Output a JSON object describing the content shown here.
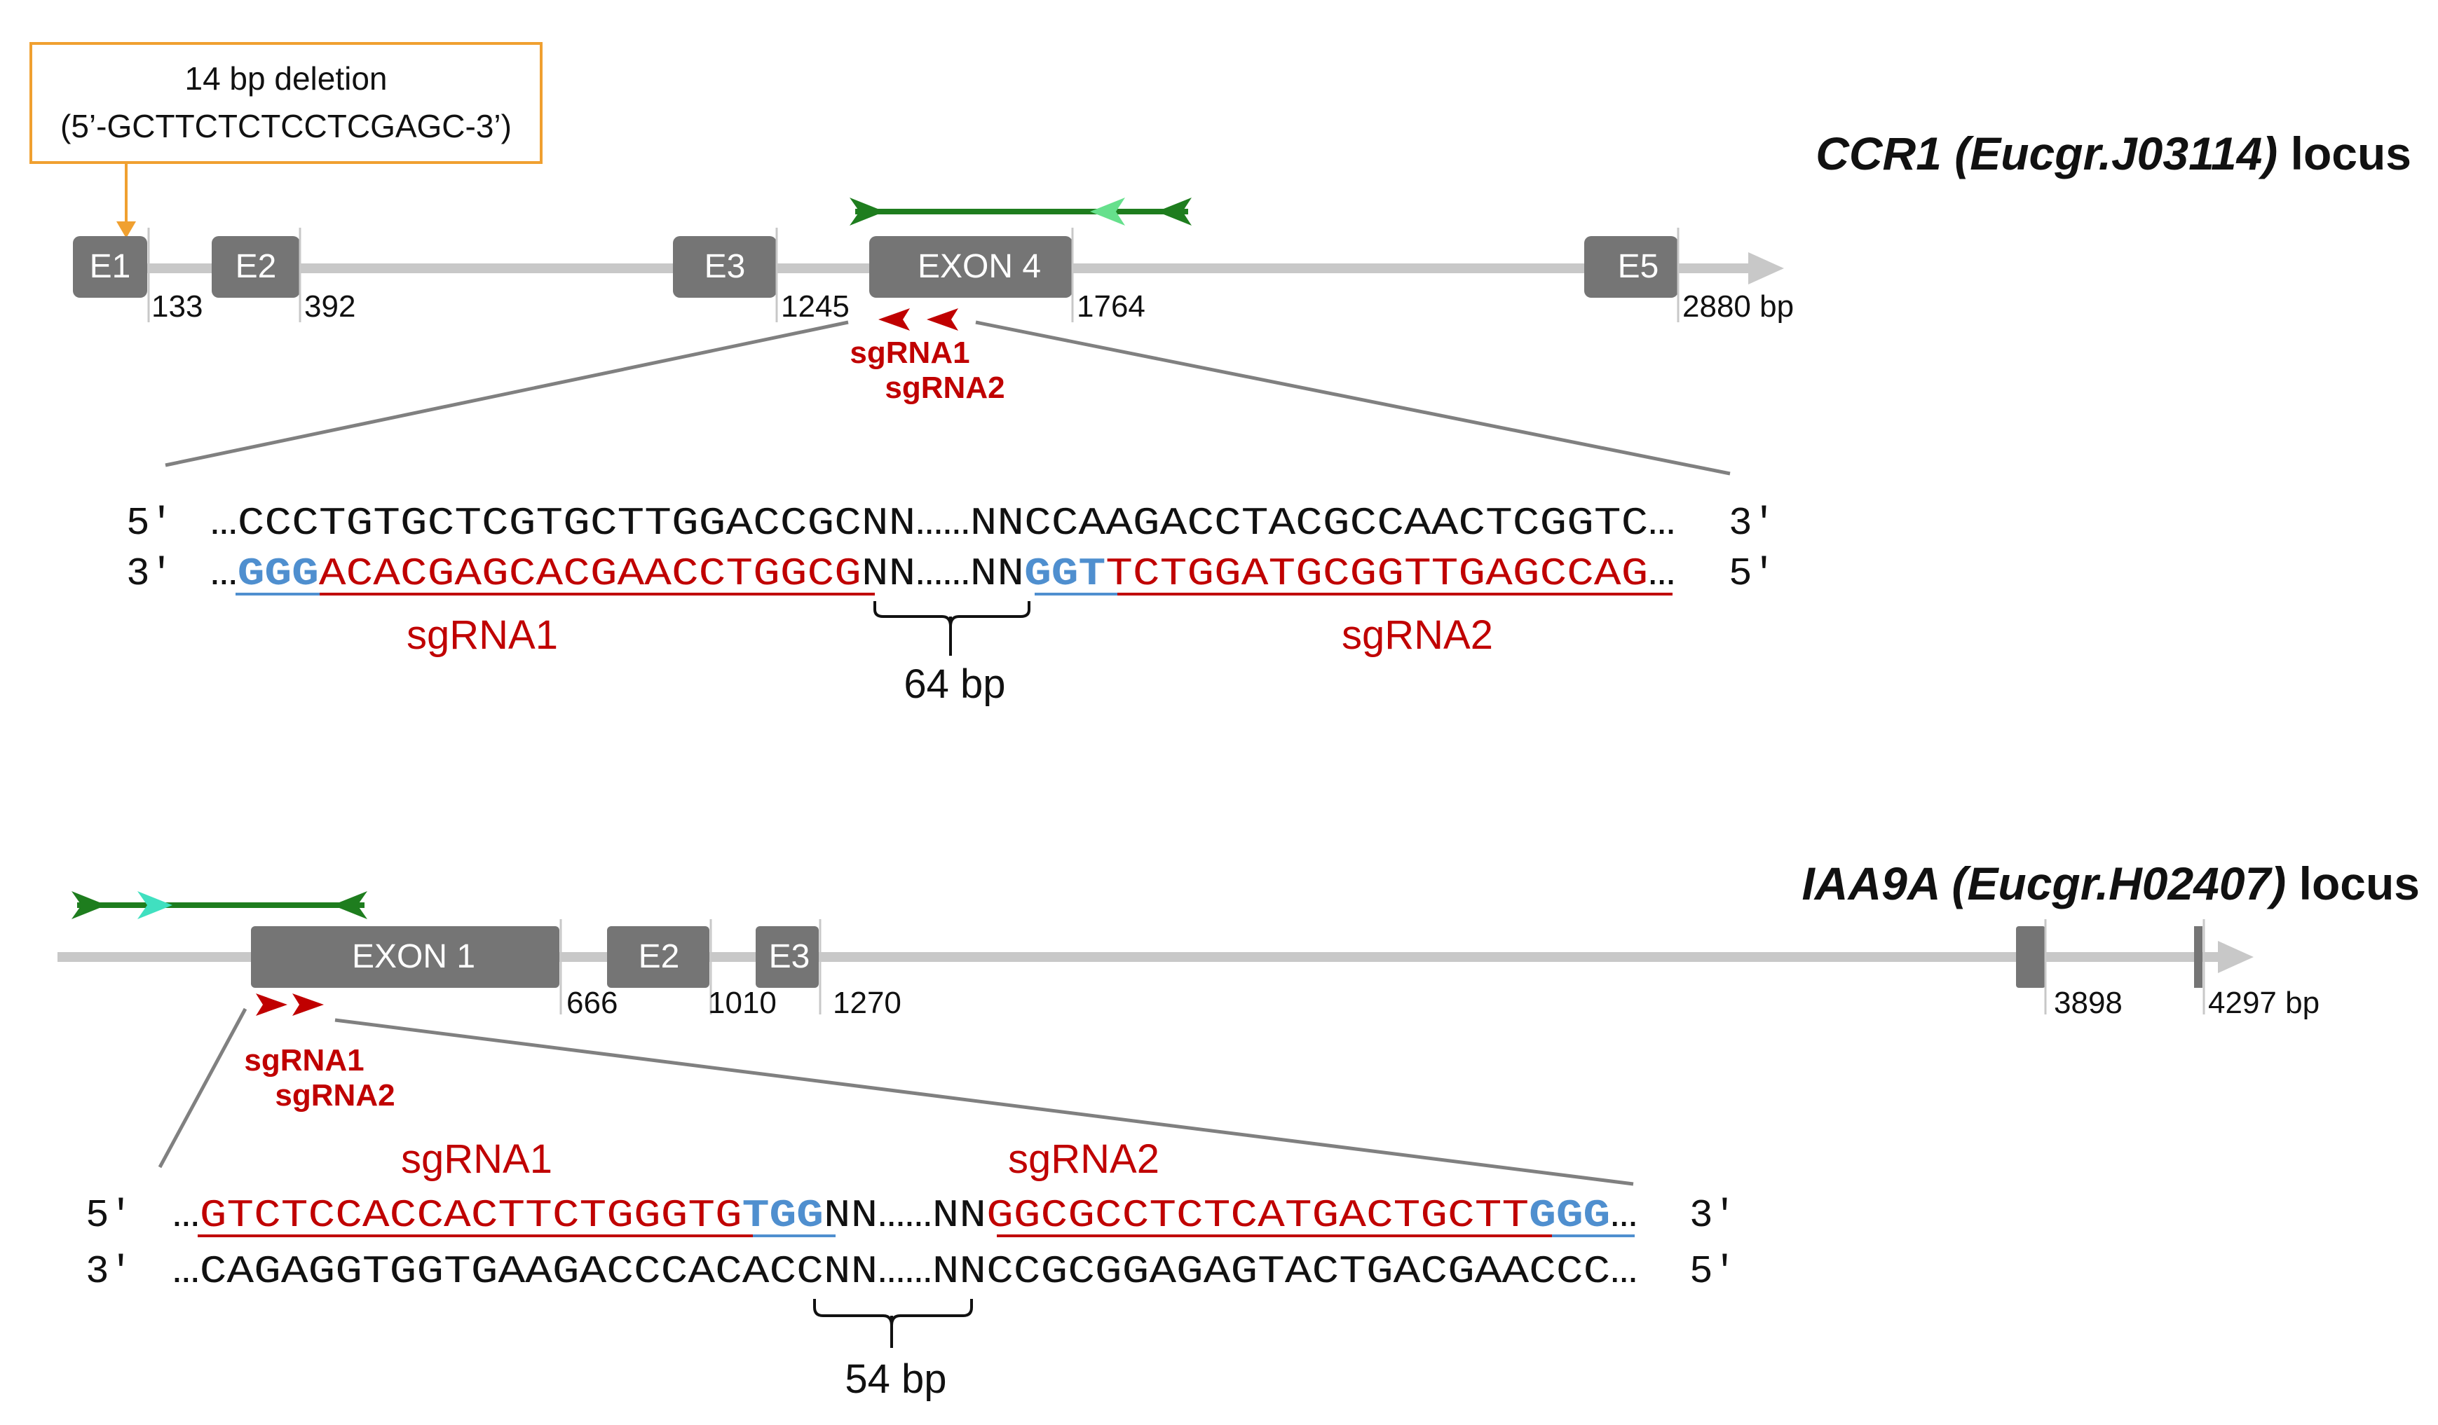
{
  "colors": {
    "exon": "#757575",
    "backbone": "#c8c8c8",
    "sgrna": "#c00000",
    "pam": "#4f8fcf",
    "primer": "#1e7d1e",
    "primer_light": "#66e08c",
    "deletion_box": "#f0a030",
    "zoom_line": "#808080"
  },
  "ccr1": {
    "title_gene": "CCR1 (Eucgr.J03114)",
    "title_suffix": " locus",
    "deletion": {
      "line1": "14 bp deletion",
      "line2": "(5’-GCTTCTCTCCTCGAGC-3’)"
    },
    "exons": [
      {
        "label": "E1"
      },
      {
        "label": "E2"
      },
      {
        "label": "E3"
      },
      {
        "label": "EXON 4"
      },
      {
        "label": "E5"
      }
    ],
    "positions": [
      "133",
      "392",
      "1245",
      "1764",
      "2880 bp"
    ],
    "sgrna_labels": [
      "sgRNA1",
      "sgRNA2"
    ],
    "seq_top": {
      "left": "5'",
      "text": "…CCCTGTGCTCGTGCTTGGACCGCNN……NNCCAAGACCTACGCCAACTCGGTC…",
      "right": "3'"
    },
    "seq_bottom": {
      "left": "3'",
      "lead": "…",
      "pam1": "GGG",
      "guide1": "ACACGAGCACGAACCTGGCG",
      "mid": "NN……NN",
      "pam2": "GGT",
      "guide2": "TCTGGATGCGGTTGAGCCAG",
      "tail": "…",
      "right": "5'"
    },
    "guide_names": [
      "sgRNA1",
      "sgRNA2"
    ],
    "gap": "64 bp"
  },
  "iaa9a": {
    "title_gene": "IAA9A (Eucgr.H02407)",
    "title_suffix": " locus",
    "exons": [
      {
        "label": "EXON 1"
      },
      {
        "label": "E2"
      },
      {
        "label": "E3"
      }
    ],
    "positions": [
      "666",
      "1010",
      "1270",
      "3898",
      "4297 bp"
    ],
    "sgrna_labels": [
      "sgRNA1",
      "sgRNA2"
    ],
    "guide_names": [
      "sgRNA1",
      "sgRNA2"
    ],
    "seq_top": {
      "left": "5'",
      "lead": "…",
      "guide1": "GTCTCCACCACTTCTGGGTG",
      "pam1": "TGG",
      "mid": "NN……NN",
      "guide2": "GGCGCCTCTCATGACTGCTT",
      "pam2": "GGG",
      "tail": "…",
      "right": "3'"
    },
    "seq_bottom": {
      "left": "3'",
      "text": "…CAGAGGTGGTGAAGACCCACACCNN……NNCCGCGGAGAGTACTGACGAACCC…",
      "right": "5'"
    },
    "gap": "54 bp"
  }
}
